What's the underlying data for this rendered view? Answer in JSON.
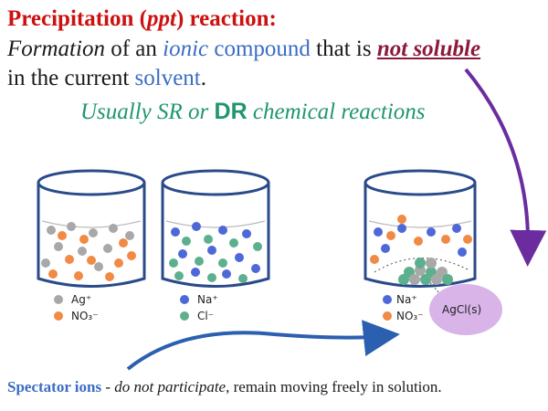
{
  "title": {
    "main": "Precipitation (",
    "ppt": "ppt",
    "end": ") reaction:"
  },
  "definition": {
    "w1": "Formation",
    "w2": " of an ",
    "w3": "ionic",
    "w4": " compound",
    "w5": " that is ",
    "w6": "not soluble",
    "w7": "in the current ",
    "w8": "solvent",
    "w9": "."
  },
  "subtitle": {
    "a": "Usually SR or ",
    "dr": "DR",
    "b": " chemical reactions"
  },
  "beakers": [
    {
      "ion1": "Ag⁺",
      "ion2": "NO₃⁻"
    },
    {
      "ion1": "Na⁺",
      "ion2": "Cl⁻"
    },
    {
      "ion1": "Na⁺",
      "ion2": "NO₃⁻",
      "precipitate": "AgCl(s)"
    }
  ],
  "colors": {
    "silver": "#a8a8a8",
    "nitrate": "#f08a44",
    "sodium": "#4e68d8",
    "chloride": "#5db08e",
    "arrow": "#2b5fb0",
    "purple_arrow": "#6a2c9e",
    "precipitate_blob": "#d8b4e8"
  },
  "footer": {
    "bold": "Spectator ions",
    "dash": " - ",
    "italic": "do not participate",
    "rest": ", remain moving freely in solution."
  }
}
